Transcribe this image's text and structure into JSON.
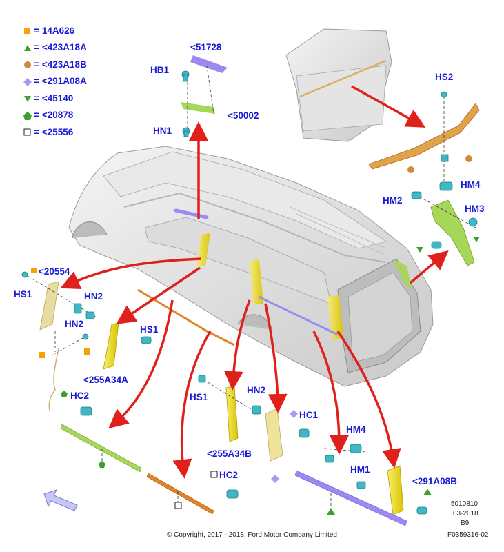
{
  "legend": [
    {
      "symbol": "orange-square",
      "text": "14A626",
      "color": "#f5a300"
    },
    {
      "symbol": "green-triangle-up",
      "text": "<423A18A",
      "color": "#3aa12b"
    },
    {
      "symbol": "orange-circle",
      "text": "<423A18B",
      "color": "#d08a3a"
    },
    {
      "symbol": "purple-diamond",
      "text": "<291A08A",
      "color": "#a99af0"
    },
    {
      "symbol": "green-triangle-down",
      "text": "<45140",
      "color": "#3aa12b"
    },
    {
      "symbol": "green-pentagon",
      "text": "<20878",
      "color": "#3aa12b"
    },
    {
      "symbol": "white-square",
      "text": "<25556",
      "color": "#ffffff"
    }
  ],
  "legend_eq": "=",
  "labels": {
    "p51728": "<51728",
    "hb1": "HB1",
    "p50002": "<50002",
    "hn1": "HN1",
    "hs2": "HS2",
    "hm4_top": "HM4",
    "hm2": "HM2",
    "hm3": "HM3",
    "p20554": "<20554",
    "hs1_left": "HS1",
    "hn2_a": "HN2",
    "hn2_b": "HN2",
    "hs1_mid": "HS1",
    "p255a34a": "<255A34A",
    "hc2_left": "HC2",
    "hs1_low": "HS1",
    "hn2_low": "HN2",
    "p255a34b": "<255A34B",
    "hc1": "HC1",
    "hm4_low": "HM4",
    "hm1": "HM1",
    "p291a08b": "<291A08B",
    "hc2_low": "HC2"
  },
  "footer": {
    "copyright": "© Copyright, 2017 - 2018, Ford Motor Company Limited",
    "code1": "5010810",
    "date": "03-2018",
    "rev": "B9",
    "figure": "F0359316-02"
  },
  "colors": {
    "label_blue": "#1a1ad6",
    "arrow_red": "#e0201a",
    "fastener_teal": "#3fb8c4",
    "trim_yellow": "#f2e21a",
    "trim_orange": "#e0842a",
    "trim_purple": "#9c8af0",
    "trim_green": "#a6d65a"
  }
}
